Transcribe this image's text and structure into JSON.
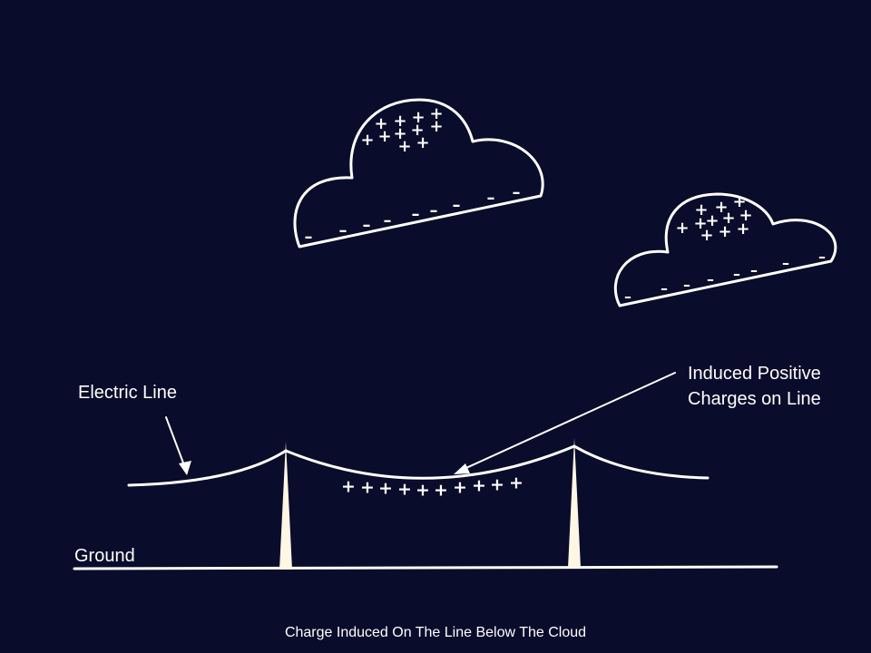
{
  "labels": {
    "electric_line": "Electric Line",
    "induced_line1": "Induced Positive",
    "induced_line2": "Charges on Line",
    "ground": "Ground"
  },
  "caption": "Charge Induced On The Line Below The Cloud",
  "symbols": {
    "positive": "+",
    "negative": "–"
  },
  "colors": {
    "background": "#0a0c2b",
    "foreground": "#ffffff",
    "pole": "#fff6e4"
  }
}
